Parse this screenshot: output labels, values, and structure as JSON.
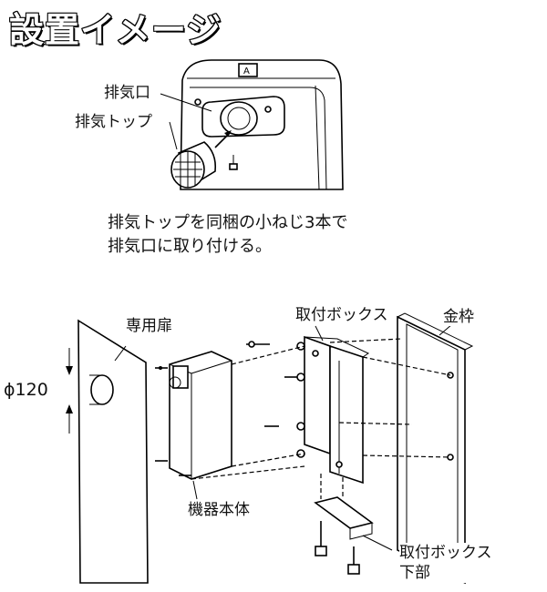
{
  "title": "設置イメージ",
  "top_diagram": {
    "labels": {
      "exhaust_port": "排気口",
      "exhaust_top": "排気トップ"
    },
    "description_lines": [
      "排気トップを同梱の小ねじ3本で",
      "排気口に取り付ける。"
    ]
  },
  "bottom_diagram": {
    "labels": {
      "door": "専用扉",
      "diameter": "ϕ120",
      "mount_box": "取付ボックス",
      "frame": "金枠",
      "unit_body": "機器本体",
      "mount_box_lower_line1": "取付ボックス",
      "mount_box_lower_line2": "下部"
    }
  }
}
